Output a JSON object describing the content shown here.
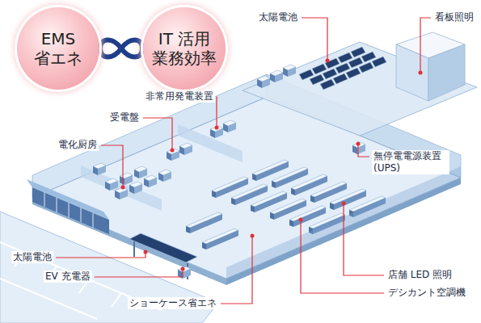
{
  "diagram": {
    "nodes": [
      {
        "text": [
          "EMS 省エネ"
        ]
      },
      {
        "text": [
          "IT 活用 業務効率"
        ]
      }
    ],
    "labels": [
      "太陽電池",
      "看板照明",
      "非常用発電装置",
      "受電盤",
      "電化厨房",
      "無停電電源装置 (UPS)",
      "太陽電池",
      "EV 充電器",
      "ショーケース省エネ",
      "店舗 LED 照明",
      "デシカント空調機"
    ]
  }
}
